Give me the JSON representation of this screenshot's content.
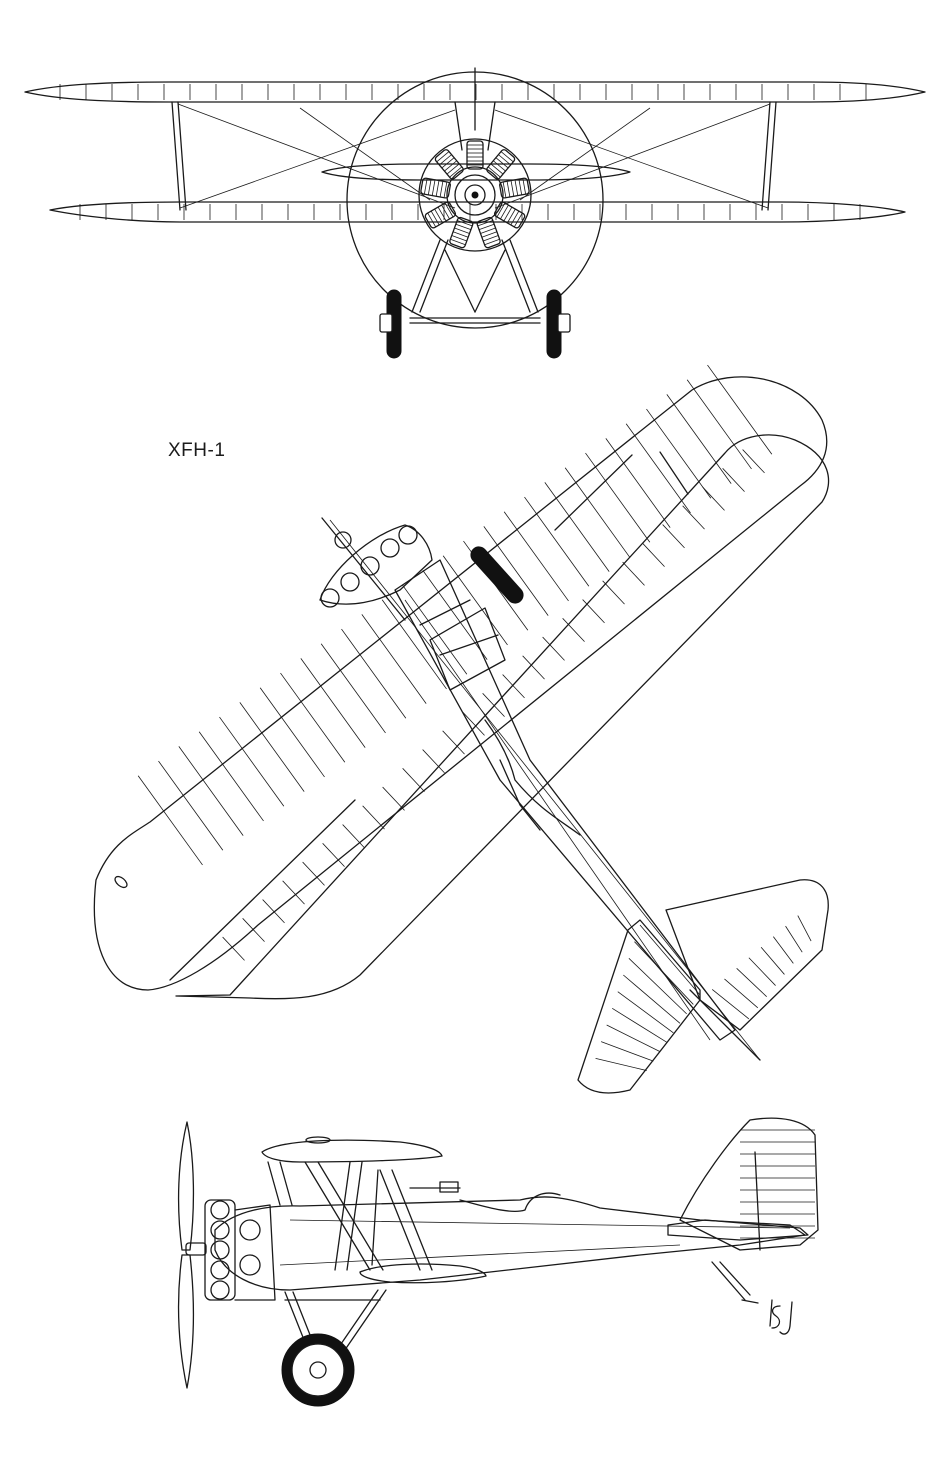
{
  "aircraft_designation": "XFH-1",
  "views": [
    "front",
    "top",
    "side"
  ],
  "signature_initials": "lsj",
  "colors": {
    "background": "#ffffff",
    "ink": "#1a1a1a"
  }
}
